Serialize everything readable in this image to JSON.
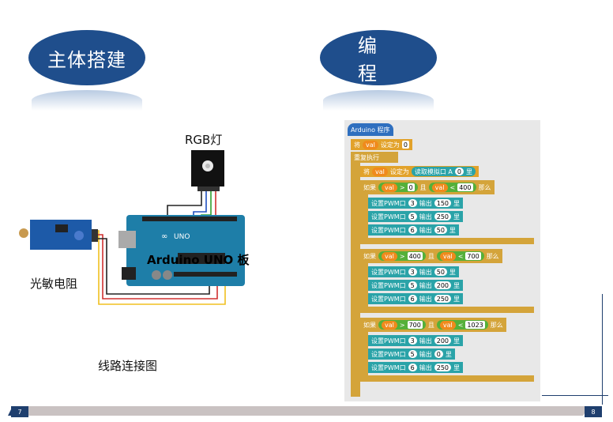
{
  "headers": {
    "left": "主体搭建",
    "right": "编程"
  },
  "labels": {
    "rgb": "RGB灯",
    "arduino": "Arduino UNO 板",
    "ldr": "光敏电阻",
    "caption": "线路连接图"
  },
  "program": {
    "title": "Arduino 程序",
    "init": {
      "set": "将",
      "var": "val",
      "as": "设定为",
      "value": "0"
    },
    "loop": "重复执行",
    "read": {
      "set": "将",
      "var": "val",
      "as": "设定为",
      "fn": "读取模拟口 A",
      "pin": "0",
      "tail": "里"
    },
    "conditions": [
      {
        "if": "如果",
        "left_var": "val",
        "op1": ">",
        "v1": "0",
        "and": "且",
        "right_var": "val",
        "op2": "<",
        "v2": "400",
        "then": "那么",
        "outputs": [
          {
            "pin": "3",
            "val": "150"
          },
          {
            "pin": "5",
            "val": "250"
          },
          {
            "pin": "6",
            "val": "50"
          }
        ]
      },
      {
        "if": "如果",
        "left_var": "val",
        "op1": ">",
        "v1": "400",
        "and": "且",
        "right_var": "val",
        "op2": "<",
        "v2": "700",
        "then": "那么",
        "outputs": [
          {
            "pin": "3",
            "val": "50"
          },
          {
            "pin": "5",
            "val": "200"
          },
          {
            "pin": "6",
            "val": "250"
          }
        ]
      },
      {
        "if": "如果",
        "left_var": "val",
        "op1": ">",
        "v1": "700",
        "and": "且",
        "right_var": "val",
        "op2": "<",
        "v2": "1023",
        "then": "那么",
        "outputs": [
          {
            "pin": "3",
            "val": "200"
          },
          {
            "pin": "5",
            "val": "0"
          },
          {
            "pin": "6",
            "val": "250"
          }
        ]
      }
    ],
    "pwm_label": "设置PWM口",
    "out_label": "输出",
    "li": "里"
  },
  "board_text": "UNO",
  "page": {
    "left": "7",
    "right": "8"
  },
  "colors": {
    "accent": "#1f4e8c",
    "footer": "#1f3f6e"
  }
}
